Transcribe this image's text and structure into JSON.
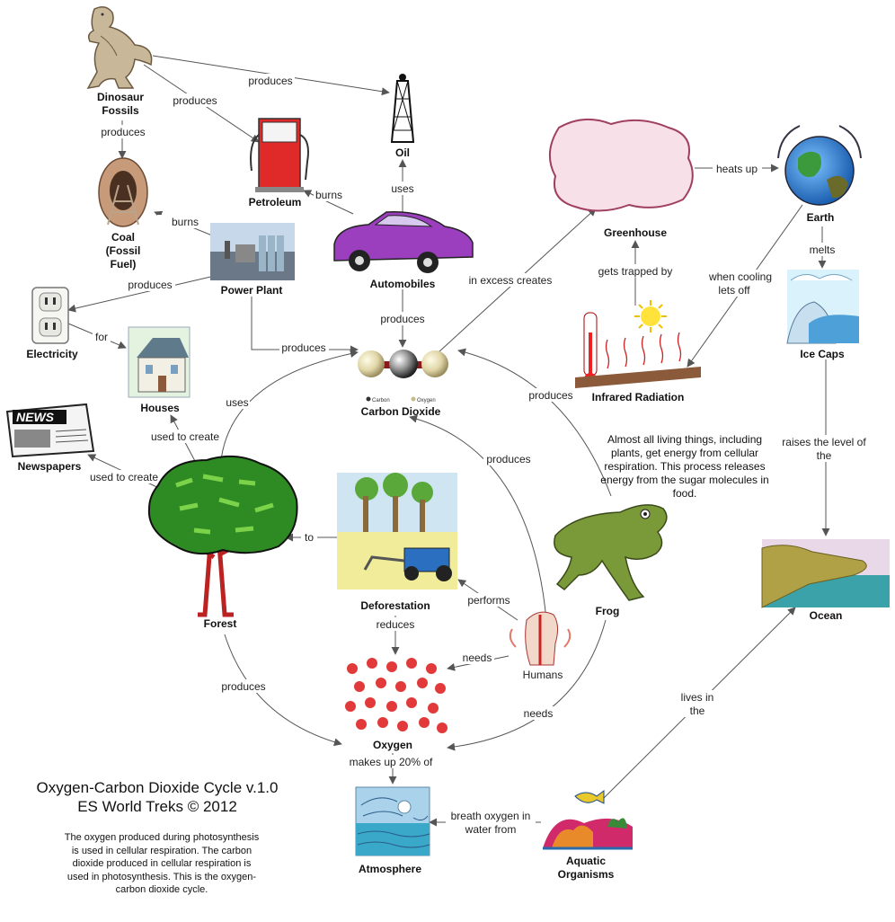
{
  "title": {
    "line1": "Oxygen-Carbon Dioxide Cycle v.1.0",
    "line2": "ES World Treks © 2012"
  },
  "description": "The oxygen produced during photosynthesis is used in cellular respiration. The carbon dioxide produced in cellular respiration is used in photosynthesis. This is the oxygen-carbon dioxide cycle.",
  "frog_note": "Almost all living things, including plants, get energy from cellular respiration. This process releases energy from the sugar molecules in food.",
  "nodes": {
    "dinosaur_fossils": [
      "Dinosaur",
      "Fossils"
    ],
    "oil": "Oil",
    "petroleum": "Petroleum",
    "coal": [
      "Coal",
      "(Fossil",
      "Fuel)"
    ],
    "power_plant": "Power Plant",
    "automobiles": "Automobiles",
    "electricity": "Electricity",
    "houses": "Houses",
    "newspapers": "Newspapers",
    "greenhouse": "Greenhouse",
    "earth": "Earth",
    "ice_caps": "Ice Caps",
    "infrared_radiation": "Infrared Radiation",
    "carbon_dioxide": "Carbon Dioxide",
    "carbon_legend": "Carbon",
    "oxygen_legend": "Oxygen",
    "forest": "Forest",
    "deforestation": "Deforestation",
    "frog": "Frog",
    "ocean": "Ocean",
    "humans": "Humans",
    "oxygen": "Oxygen",
    "atmosphere": "Atmosphere",
    "aquatic_organisms": [
      "Aquatic",
      "Organisms"
    ],
    "newspaper_masthead": "NEWS"
  },
  "links": {
    "fossils_oil": "produces",
    "fossils_petroleum": "produces",
    "fossils_coal": "produces",
    "auto_petroleum": "burns",
    "auto_oil": "uses",
    "power_coal": "burns",
    "power_electricity": "produces",
    "electricity_houses": "for",
    "auto_co2": "produces",
    "power_co2": "produces",
    "co2_greenhouse": "in excess creates",
    "greenhouse_earth": "heats up",
    "earth_icecaps": "melts",
    "ir_greenhouse": "gets trapped by",
    "earth_ir": [
      "when cooling",
      "lets off"
    ],
    "frog_co2": "produces",
    "icecaps_ocean": [
      "raises the level of",
      "the"
    ],
    "forest_co2": "uses",
    "forest_houses": "used to create",
    "forest_newspapers": "used to create",
    "deforestation_forest": "to",
    "humans_co2": "produces",
    "humans_deforestation": "performs",
    "deforestation_oxygen": "reduces",
    "humans_oxygen": "needs",
    "forest_oxygen": "produces",
    "frog_oxygen": "needs",
    "oxygen_atmosphere": "makes up 20% of",
    "aquatic_atmosphere": [
      "breath oxygen in",
      "water from"
    ],
    "aquatic_ocean": [
      "lives in",
      "the"
    ]
  },
  "colors": {
    "link": "#555555",
    "frog_green": "#7a9a3a",
    "tree_green": "#2e8a22",
    "oxygen_red": "#e23a3a",
    "car_purple": "#9b3fbf",
    "greenhouse_pink": "#f8e0e8"
  }
}
